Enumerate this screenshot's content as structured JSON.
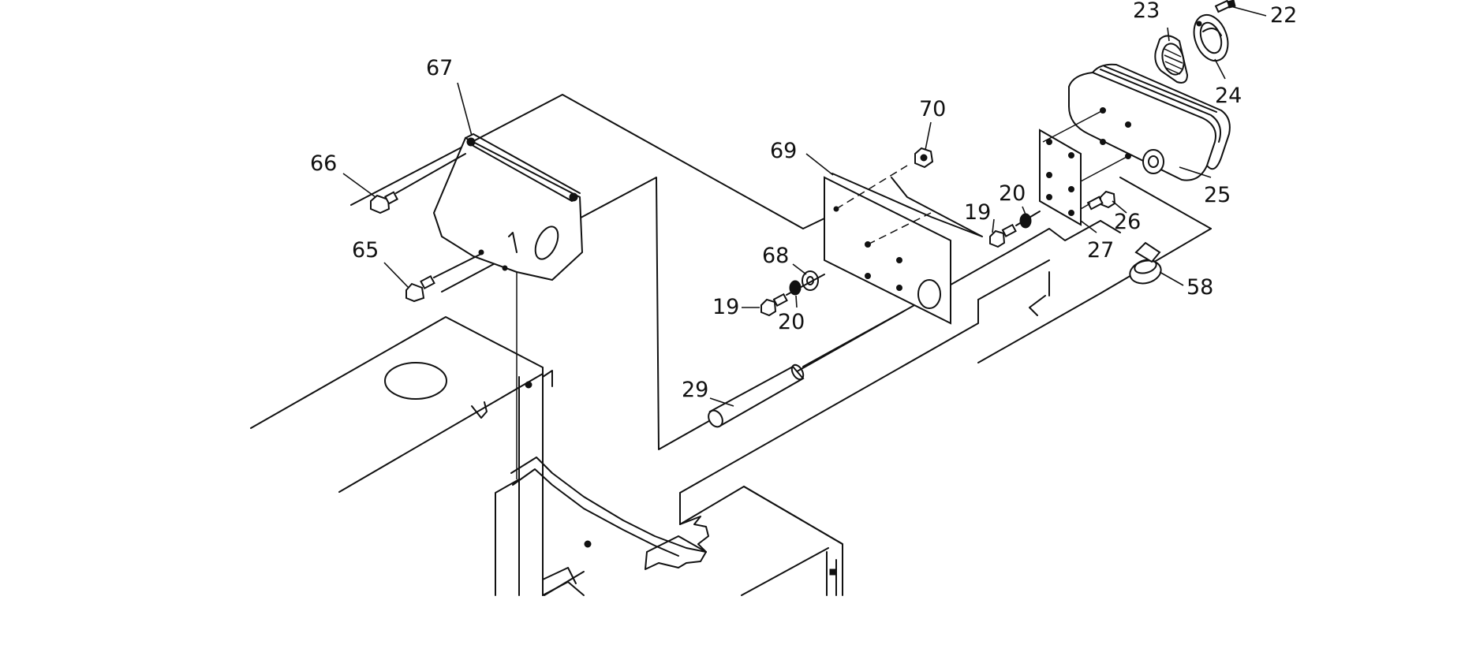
{
  "diagram": {
    "callouts": {
      "c22": "22",
      "c23": "23",
      "c24": "24",
      "c25": "25",
      "c26": "26",
      "c27": "27",
      "c58": "58",
      "c70": "70",
      "c69": "69",
      "c67": "67",
      "c66": "66",
      "c65": "65",
      "c68": "68",
      "c19a": "19",
      "c20a": "20",
      "c19b": "19",
      "c20b": "20",
      "c29": "29"
    }
  }
}
